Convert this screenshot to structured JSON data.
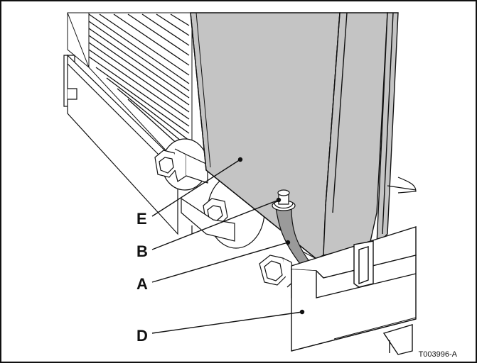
{
  "figure": {
    "labels": {
      "e": "E",
      "b": "B",
      "a": "A",
      "d": "D"
    },
    "reference_code": "T003996-A"
  },
  "colors": {
    "panel_fill": "#c4c4c4",
    "line": "#111111",
    "background": "#ffffff"
  }
}
